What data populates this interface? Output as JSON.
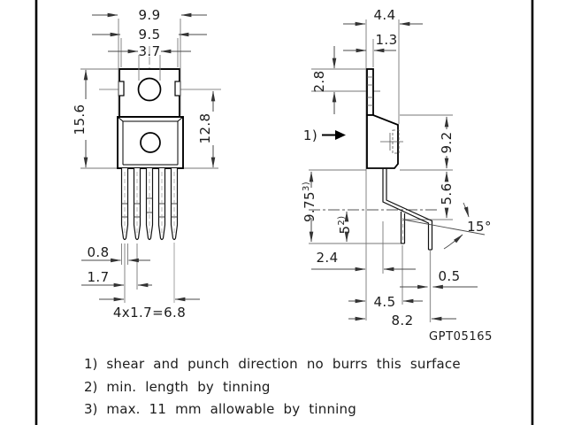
{
  "drawing": {
    "code": "GPT05165",
    "front_view": {
      "dim_total_width": "9.9",
      "dim_tab_width": "9.5",
      "dim_hole_diameter": "3.7",
      "dim_total_height": "15.6",
      "dim_body_height": "12.8",
      "dim_lead_width": "0.8",
      "dim_lead_pitch": "1.7",
      "dim_lead_span": "4x1.7=6.8"
    },
    "side_view": {
      "callout_ref": "1)",
      "dim_body_thickness": "4.4",
      "dim_tab_thickness": "1.3",
      "dim_hole_center": "2.8",
      "dim_body_depth": "9.2",
      "dim_shoulder": "5.6",
      "dim_lead_length": "9.75",
      "dim_lead_length_note": "3)",
      "dim_tinning_length": "5",
      "dim_tinning_note": "2)",
      "dim_bend_angle": "15°",
      "dim_lead_setback": "2.4",
      "dim_lead_thickness": "0.5",
      "dim_row1_offset": "4.5",
      "dim_row2_offset": "8.2"
    },
    "notes": [
      {
        "ref": "1)",
        "text": "shear and punch direction no burrs this surface"
      },
      {
        "ref": "2)",
        "text": "min. length by tinning"
      },
      {
        "ref": "3)",
        "text": "max. 11 mm allowable by tinning"
      }
    ],
    "colors": {
      "outline": "#000000",
      "dimension": "#4a4a4a",
      "extension_gray": "#999999",
      "background": "#ffffff"
    }
  }
}
